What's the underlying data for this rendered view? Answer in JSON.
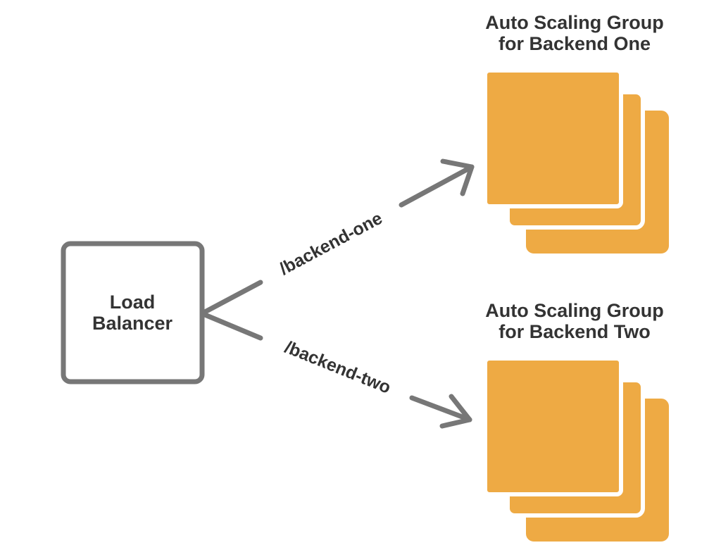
{
  "load_balancer": {
    "line1": "Load",
    "line2": "Balancer"
  },
  "groups": [
    {
      "title_line1": "Auto Scaling Group",
      "title_line2": "for Backend One"
    },
    {
      "title_line1": "Auto Scaling Group",
      "title_line2": "for Backend Two"
    }
  ],
  "routes": [
    {
      "label": "/backend-one"
    },
    {
      "label": "/backend-two"
    }
  ],
  "colors": {
    "stack_fill": "#EEAA44",
    "stack_border": "#ffffff",
    "outline": "#777777",
    "text": "#333333"
  }
}
